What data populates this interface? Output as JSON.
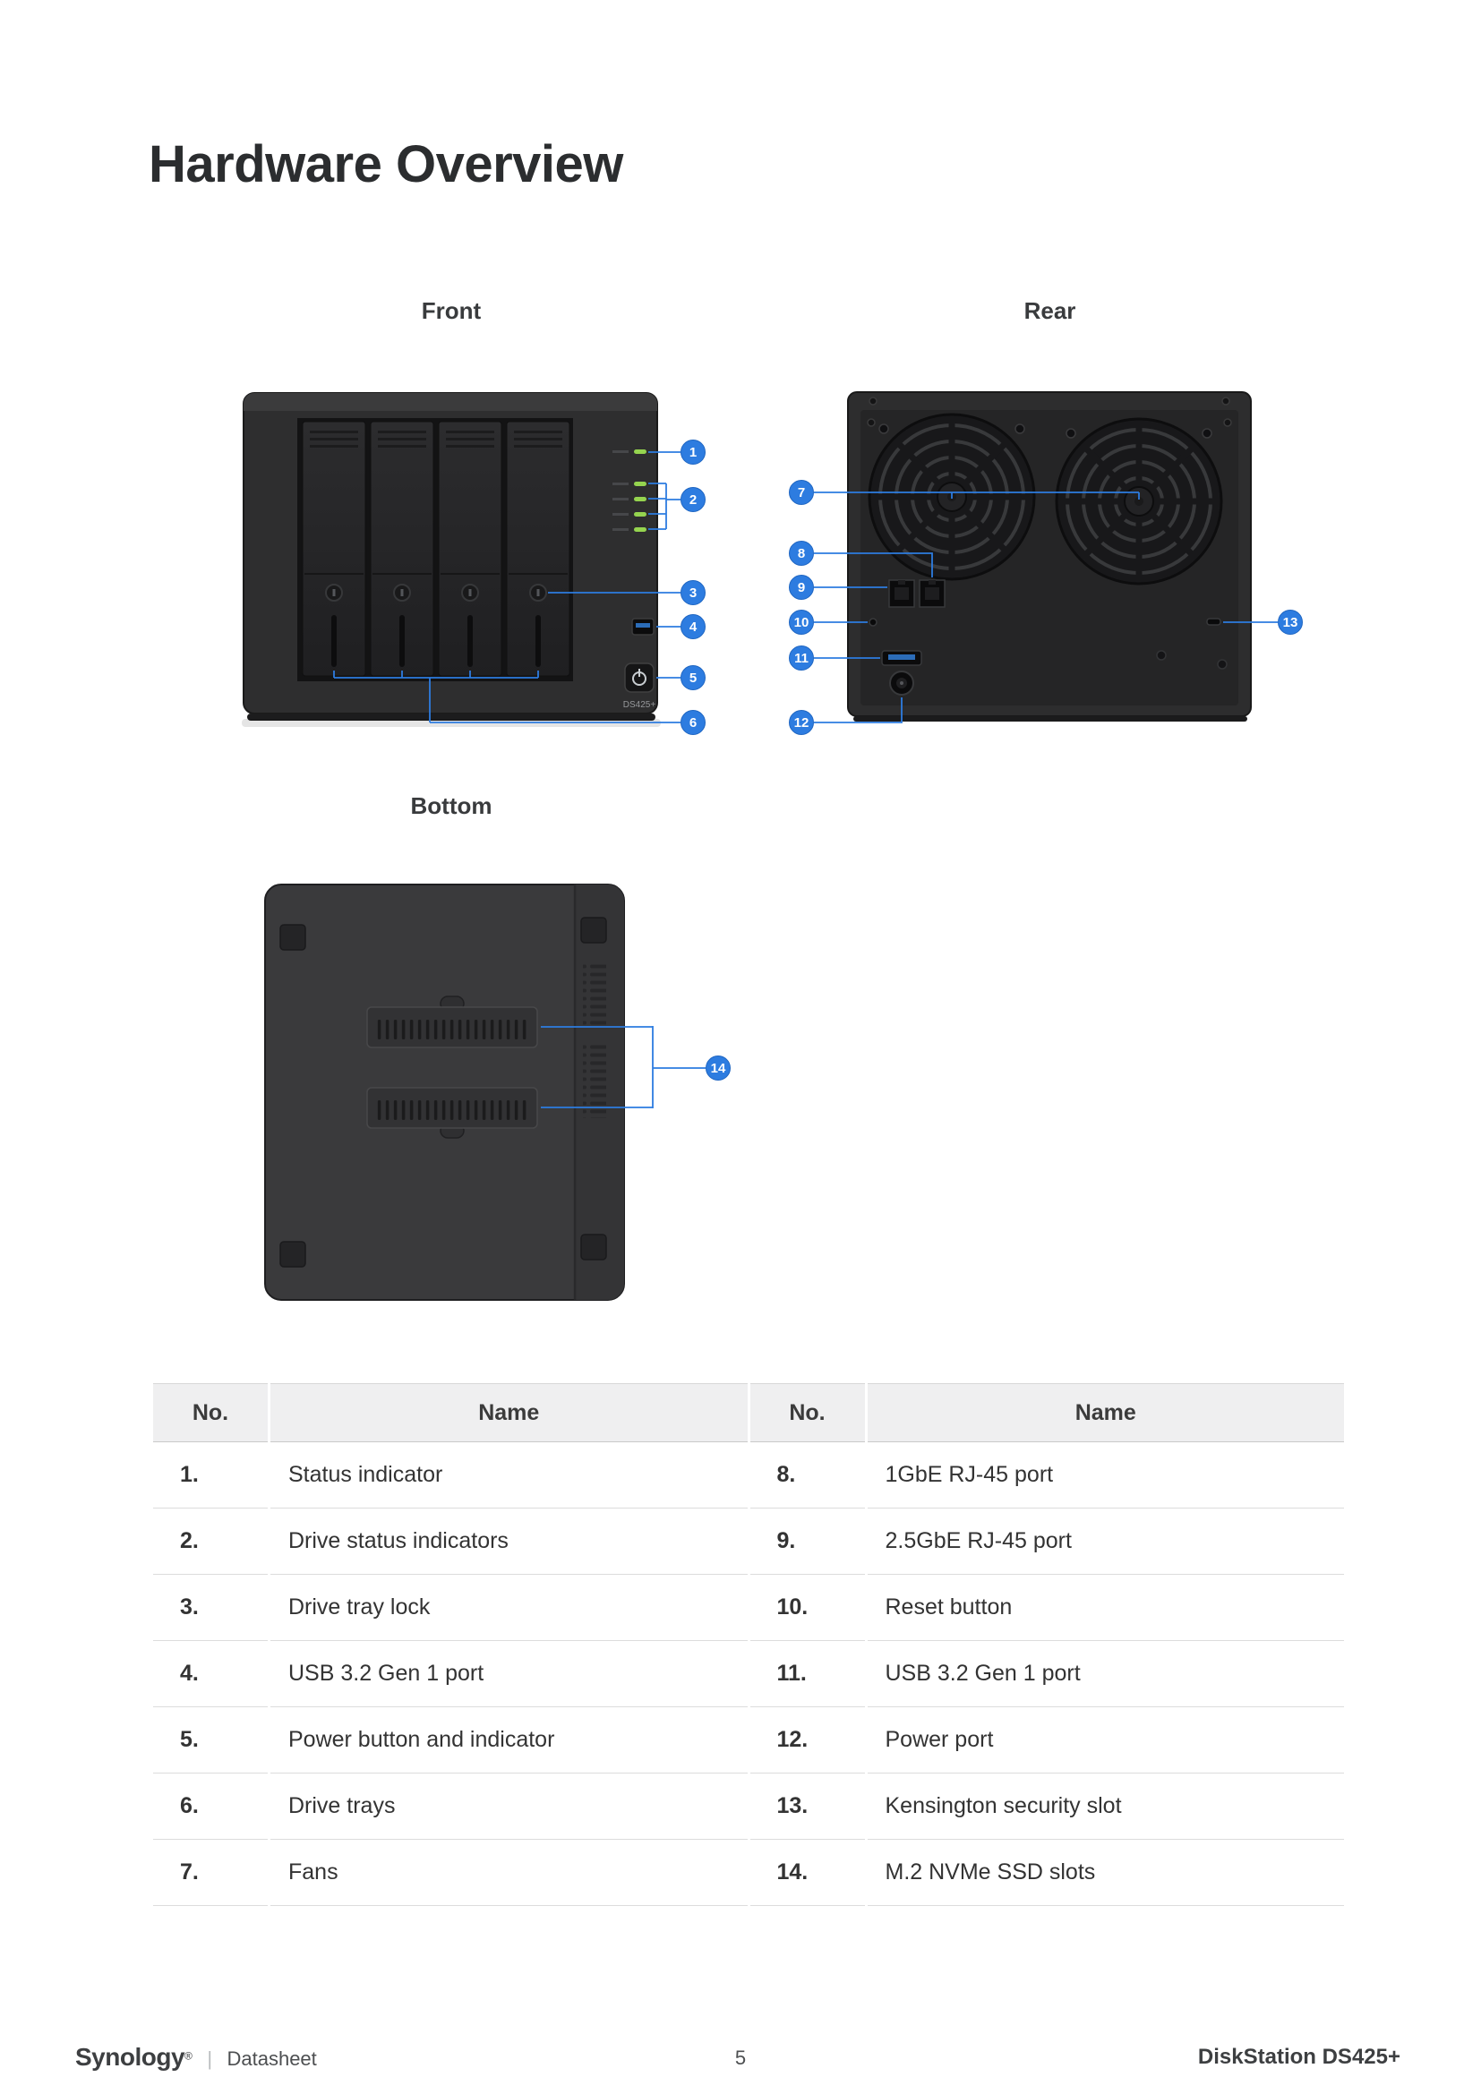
{
  "page": {
    "title": "Hardware Overview"
  },
  "views": {
    "front": "Front",
    "rear": "Rear",
    "bottom": "Bottom"
  },
  "device": {
    "front_badge": "DS425+"
  },
  "callouts": [
    "1",
    "2",
    "3",
    "4",
    "5",
    "6",
    "7",
    "8",
    "9",
    "10",
    "11",
    "12",
    "13",
    "14"
  ],
  "table": {
    "headers": [
      "No.",
      "Name",
      "No.",
      "Name"
    ],
    "rows": [
      [
        "1.",
        "Status indicator",
        "8.",
        "1GbE RJ-45 port"
      ],
      [
        "2.",
        "Drive status indicators",
        "9.",
        "2.5GbE RJ-45 port"
      ],
      [
        "3.",
        "Drive tray lock",
        "10.",
        "Reset button"
      ],
      [
        "4.",
        "USB 3.2 Gen 1 port",
        "11.",
        "USB 3.2 Gen 1 port"
      ],
      [
        "5.",
        "Power button and indicator",
        "12.",
        "Power port"
      ],
      [
        "6.",
        "Drive trays",
        "13.",
        "Kensington security slot"
      ],
      [
        "7.",
        "Fans",
        "14.",
        "M.2 NVMe SSD slots"
      ]
    ]
  },
  "footer": {
    "brand": "Synology",
    "reg": "®",
    "separator": "|",
    "doc_type": "Datasheet",
    "page_number": "5",
    "product": "DiskStation DS425+"
  },
  "colors": {
    "accent_blue": "#2d7ce0",
    "led_green": "#8fd14f"
  }
}
